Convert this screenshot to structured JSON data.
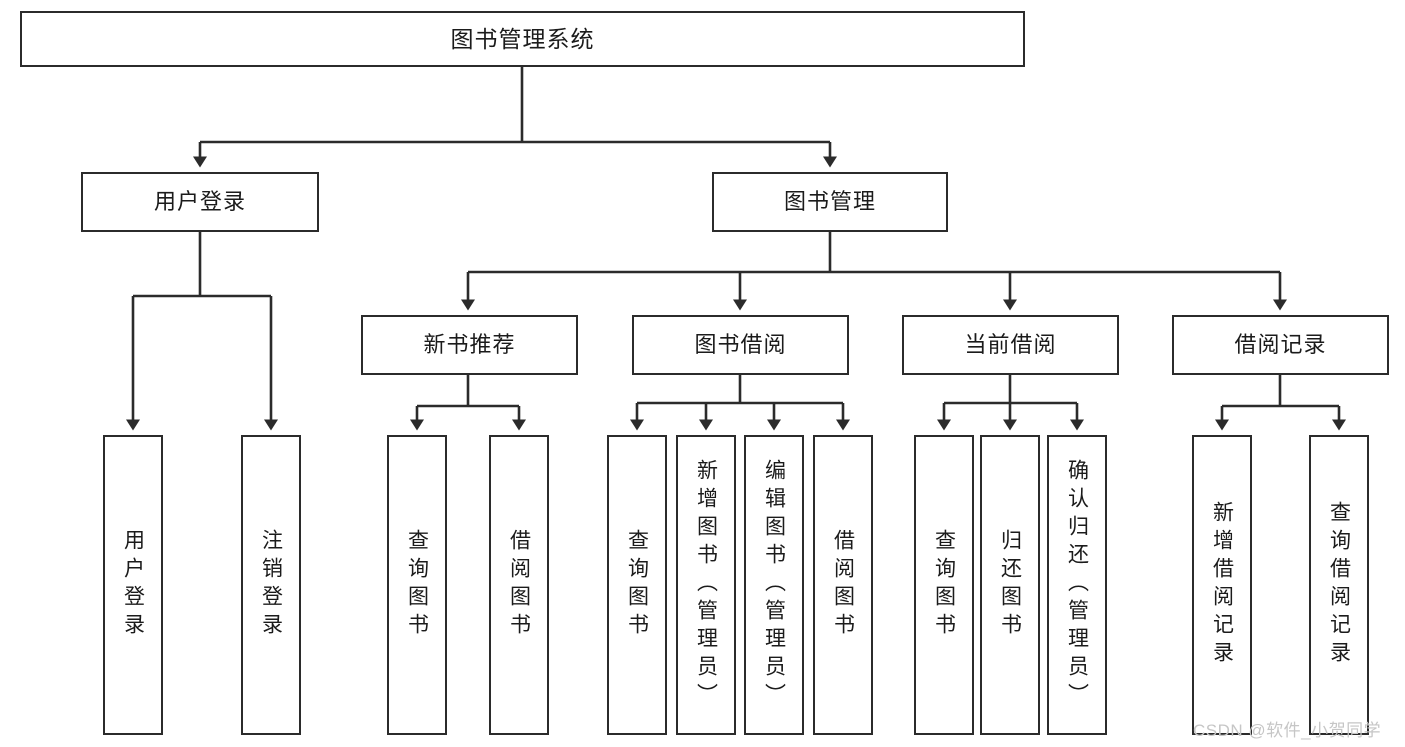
{
  "diagram": {
    "type": "tree",
    "title": "图书管理系统",
    "root": {
      "id": "root",
      "label": "图书管理系统"
    },
    "level1": [
      {
        "id": "user-login",
        "label": "用户登录"
      },
      {
        "id": "book-manage",
        "label": "图书管理"
      }
    ],
    "level2": [
      {
        "id": "new-book-recommend",
        "label": "新书推荐",
        "parent": "book-manage"
      },
      {
        "id": "book-borrow",
        "label": "图书借阅",
        "parent": "book-manage"
      },
      {
        "id": "current-borrow",
        "label": "当前借阅",
        "parent": "book-manage"
      },
      {
        "id": "borrow-record",
        "label": "借阅记录",
        "parent": "book-manage"
      }
    ],
    "leaves": [
      {
        "id": "leaf-user-login",
        "label": "用户登录",
        "parent": "user-login"
      },
      {
        "id": "leaf-user-logout",
        "label": "注销登录",
        "parent": "user-login"
      },
      {
        "id": "leaf-query-book-1",
        "label": "查询图书",
        "parent": "new-book-recommend"
      },
      {
        "id": "leaf-borrow-book-1",
        "label": "借阅图书",
        "parent": "new-book-recommend"
      },
      {
        "id": "leaf-query-book-2",
        "label": "查询图书",
        "parent": "book-borrow"
      },
      {
        "id": "leaf-add-book",
        "label": "新增图书（管理员）",
        "parent": "book-borrow"
      },
      {
        "id": "leaf-edit-book",
        "label": "编辑图书（管理员）",
        "parent": "book-borrow"
      },
      {
        "id": "leaf-borrow-book-2",
        "label": "借阅图书",
        "parent": "book-borrow"
      },
      {
        "id": "leaf-query-book-3",
        "label": "查询图书",
        "parent": "current-borrow"
      },
      {
        "id": "leaf-return-book",
        "label": "归还图书",
        "parent": "current-borrow"
      },
      {
        "id": "leaf-confirm-return",
        "label": "确认归还（管理员）",
        "parent": "current-borrow"
      },
      {
        "id": "leaf-add-record",
        "label": "新增借阅记录",
        "parent": "borrow-record"
      },
      {
        "id": "leaf-query-record",
        "label": "查询借阅记录",
        "parent": "borrow-record"
      }
    ]
  },
  "watermark": {
    "text": "CSDN @软件_小贺同学"
  },
  "colors": {
    "box_border": "#2b2b2b",
    "box_fill": "#ffffff",
    "edge": "#2b2b2b",
    "text": "#1b1b1b",
    "watermark": "#c6c6c6",
    "background": "#ffffff"
  }
}
